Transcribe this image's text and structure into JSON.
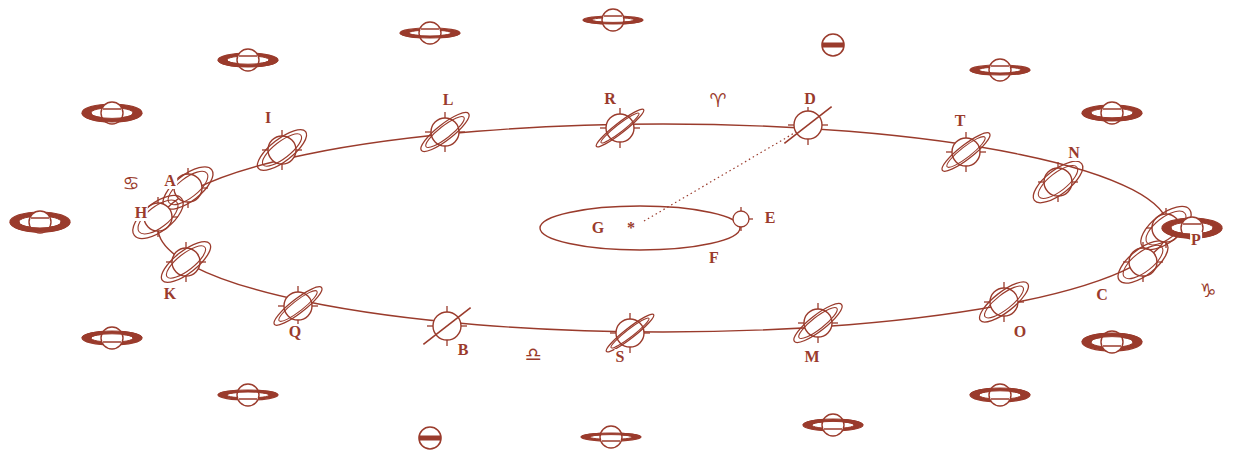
{
  "diagram": {
    "labels": [
      "L",
      "R",
      "♈",
      "D",
      "I",
      "T",
      "N",
      "♋",
      "A",
      "H",
      "E",
      "G",
      "*",
      "P",
      "F",
      "♑",
      "K",
      "C",
      "Q",
      "O",
      "B",
      "♎",
      "S",
      "M"
    ]
  }
}
